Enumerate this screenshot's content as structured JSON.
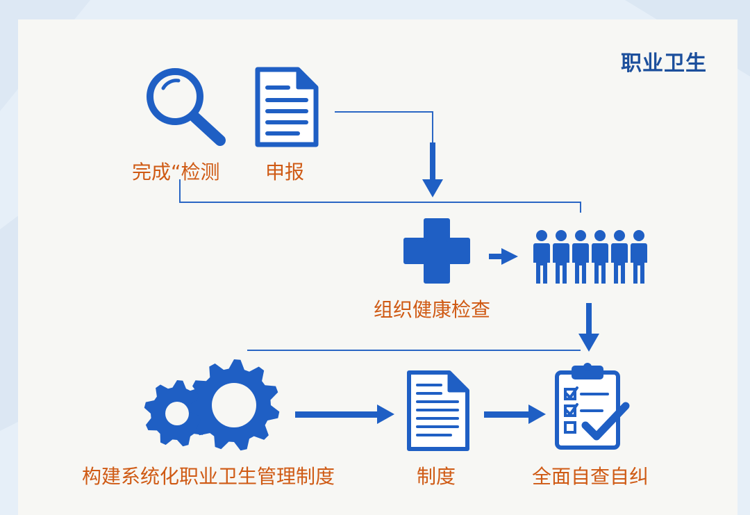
{
  "title": "职业卫生",
  "nodes": {
    "detection": "完成“检测",
    "declaration": "申报",
    "health_check": "组织健康检查",
    "build_system": "构建系统化职业卫生管理制度",
    "system": "制度",
    "self_check": "全面自查自纠"
  },
  "icons": {
    "detection": "magnifier-icon",
    "declaration": "document-icon",
    "health_check": "medical-cross-icon",
    "workers": "people-group-icon",
    "build_system": "gears-icon",
    "system": "document-icon",
    "self_check": "clipboard-checklist-icon"
  },
  "colors": {
    "icon_blue": "#1f5fc4",
    "label_orange": "#cf5a14",
    "title_blue": "#1c4f9c"
  }
}
